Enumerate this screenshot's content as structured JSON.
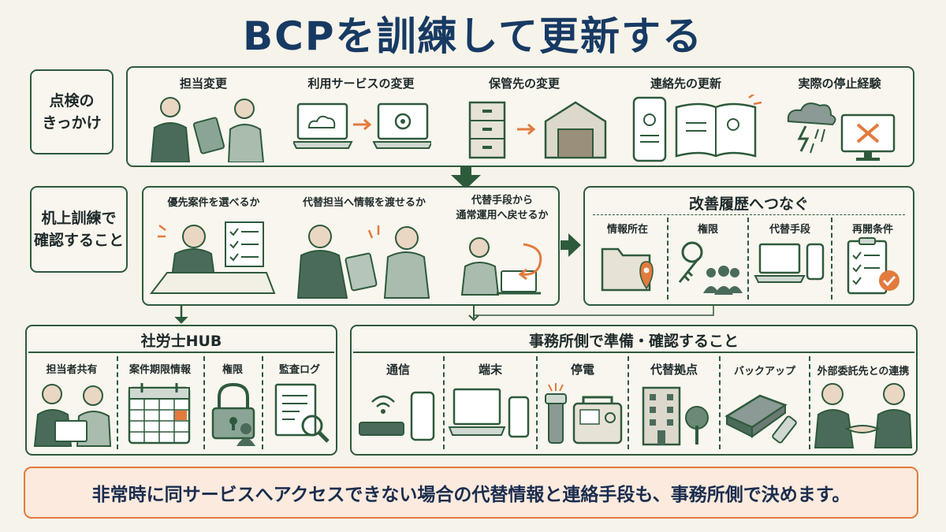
{
  "title": "BCPを訓練して更新する",
  "row1": {
    "label": "点検の\nきっかけ",
    "items": [
      "担当変更",
      "利用サービスの変更",
      "保管先の変更",
      "連絡先の更新",
      "実際の停止経験"
    ]
  },
  "row2": {
    "label": "机上訓練で\n確認すること",
    "items": [
      "優先案件を選べるか",
      "代替担当へ情報を渡せるか",
      "代替手段から\n通常運用へ戻せるか"
    ],
    "improve": {
      "title": "改善履歴へつなぐ",
      "items": [
        "情報所在",
        "権限",
        "代替手段",
        "再開条件"
      ]
    }
  },
  "row3": {
    "hub": {
      "title": "社労士HUB",
      "items": [
        "担当者共有",
        "案件期限情報",
        "権限",
        "監査ログ"
      ]
    },
    "office": {
      "title": "事務所側で準備・確認すること",
      "items": [
        "通信",
        "端末",
        "停電",
        "代替拠点",
        "バックアップ",
        "外部委託先との連携"
      ]
    }
  },
  "note": "非常時に同サービスへアクセスできない場合の代替情報と連絡手段も、事務所側で決めます。",
  "colors": {
    "green": "#2e5a3c",
    "orange": "#e27b3d",
    "title": "#173a63",
    "note_bg": "#fbeadd"
  }
}
